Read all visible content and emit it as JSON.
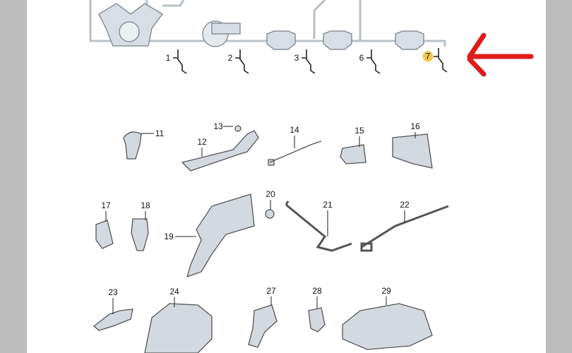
{
  "diagram": {
    "sensor_labels": [
      "1",
      "2",
      "3",
      "6",
      "7"
    ],
    "highlighted_label": "7",
    "part_labels": [
      "11",
      "12",
      "13",
      "14",
      "15",
      "16",
      "17",
      "18",
      "19",
      "20",
      "21",
      "22",
      "23",
      "24",
      "27",
      "28",
      "29"
    ],
    "colors": {
      "highlight": "#f1c94a",
      "arrow": "#e01b1b",
      "part_fill": "#d3d9df",
      "line": "#555555"
    }
  }
}
